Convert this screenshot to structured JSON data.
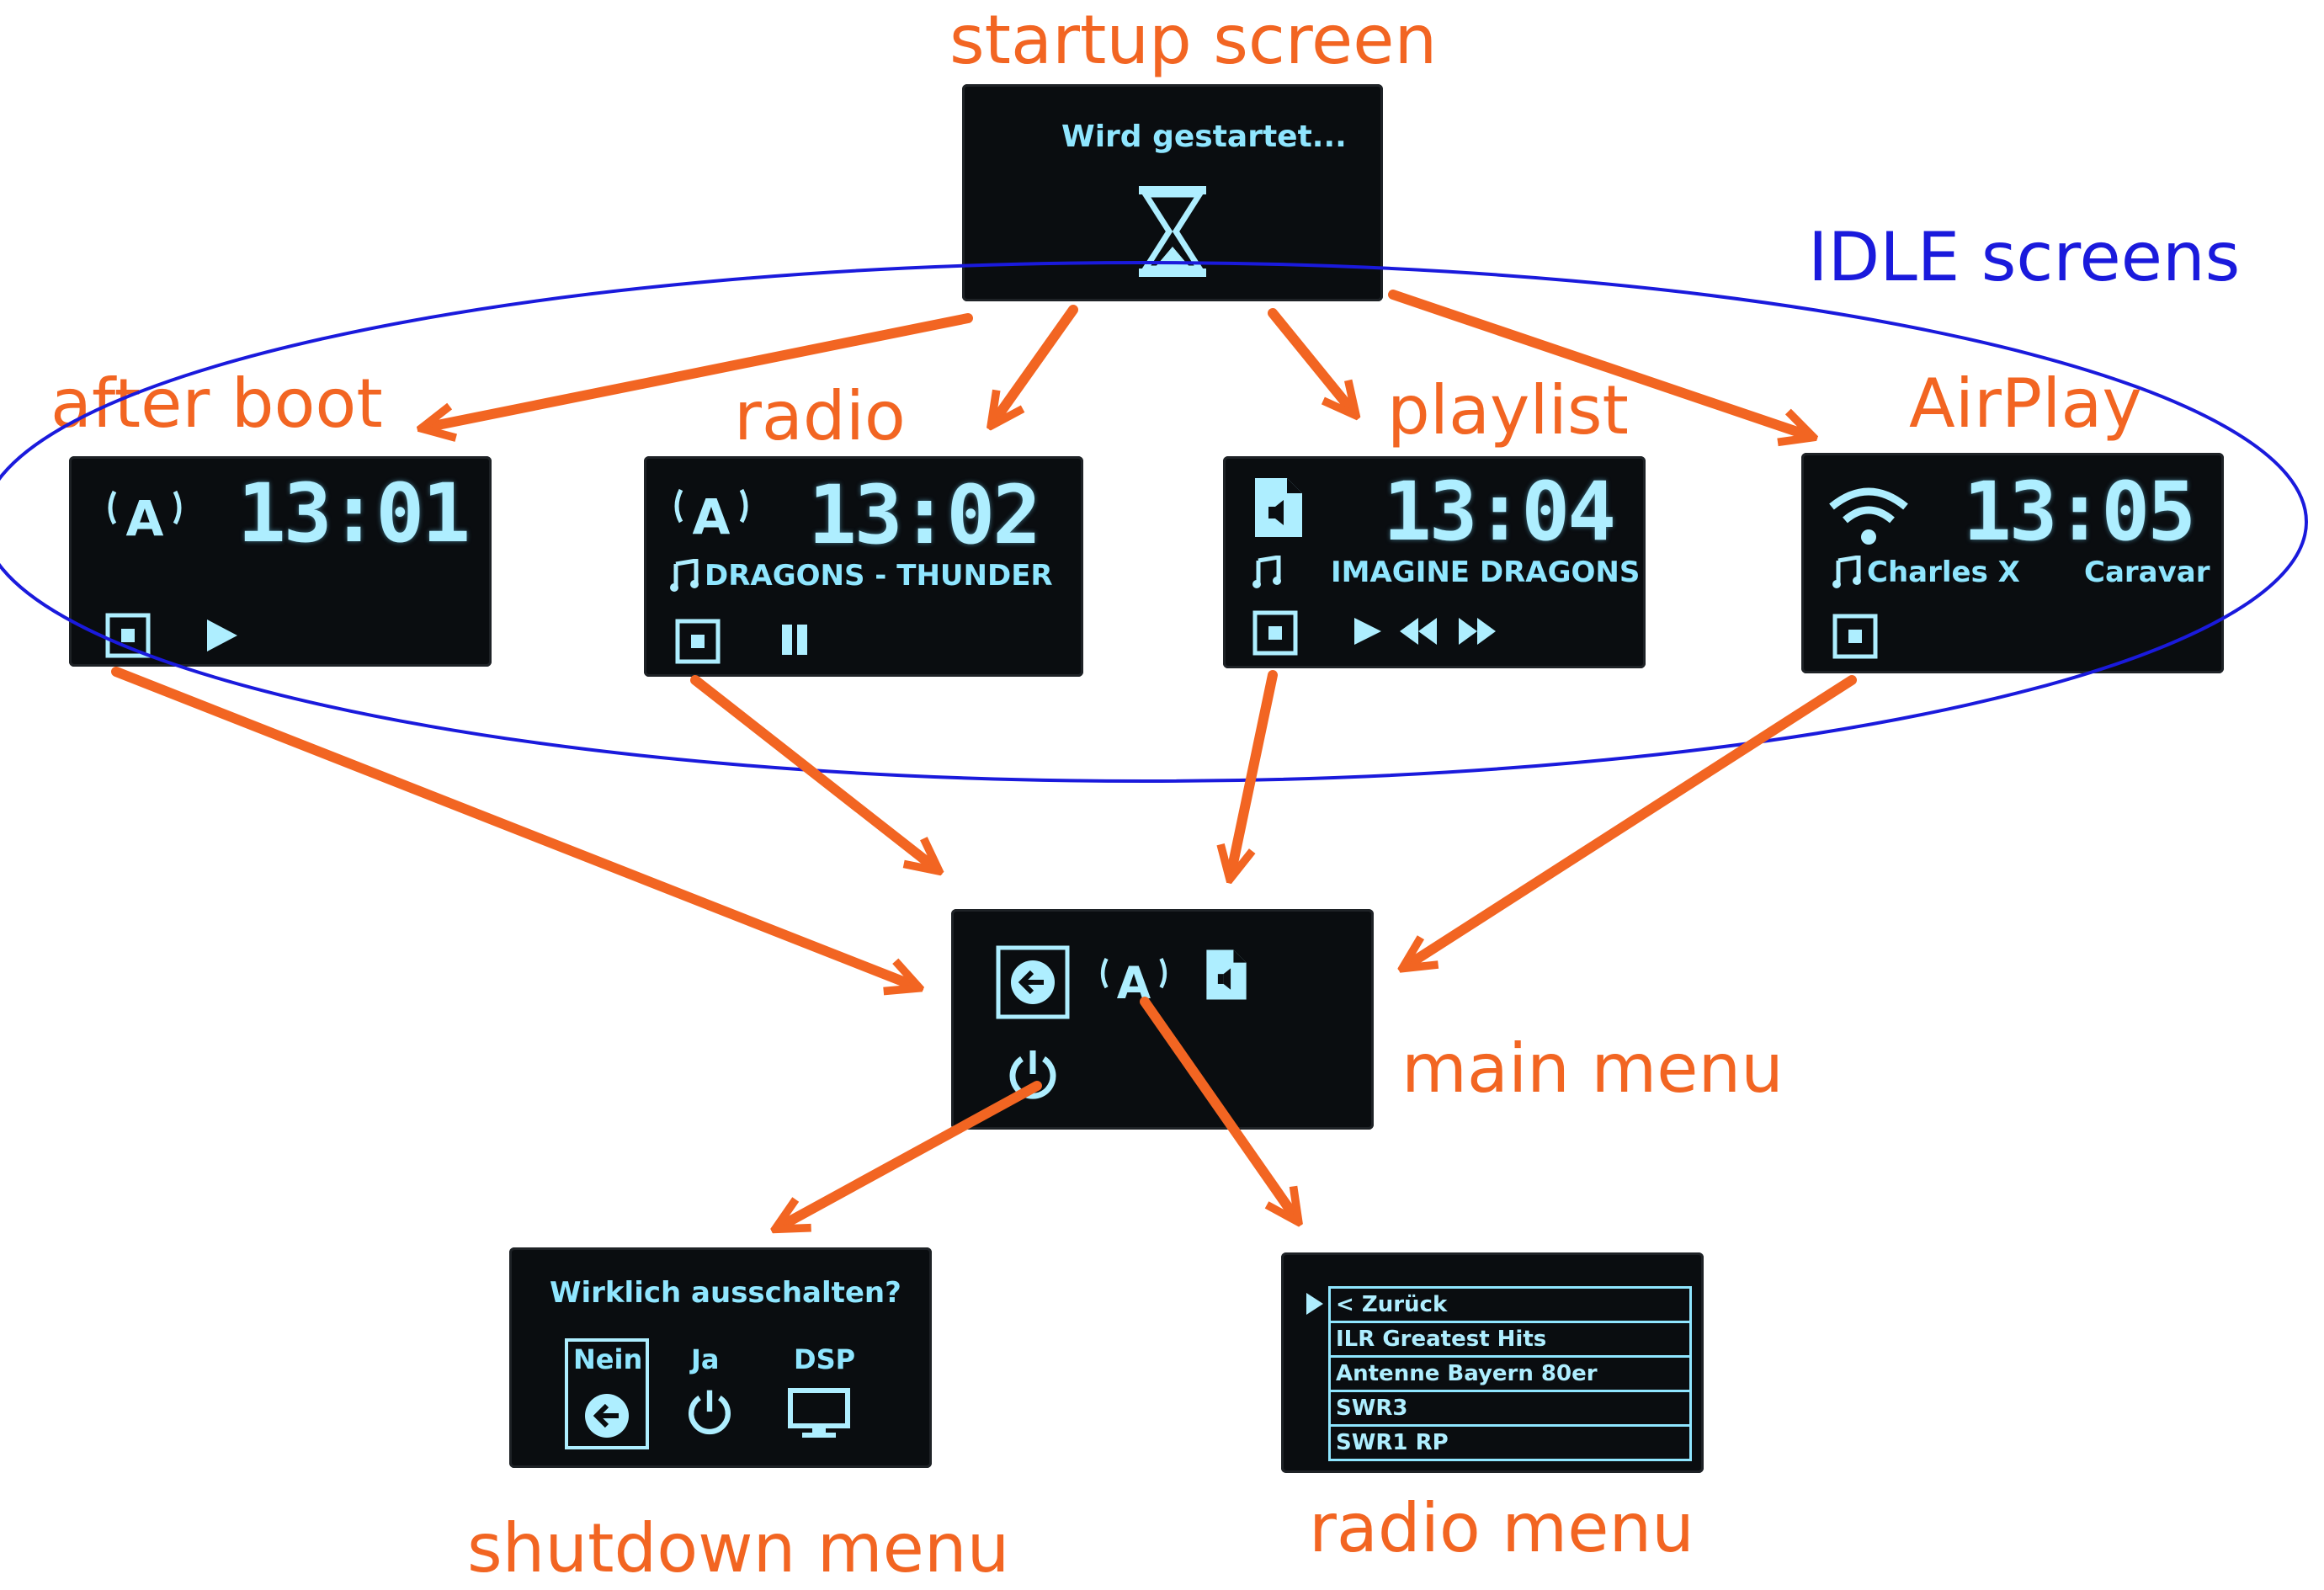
{
  "labels": {
    "startup": "startup screen",
    "idle": "IDLE screens",
    "after_boot": "after boot",
    "radio": "radio",
    "playlist": "playlist",
    "airplay": "AirPlay",
    "main_menu": "main menu",
    "shutdown_menu": "shutdown menu",
    "radio_menu": "radio menu"
  },
  "startup_screen": {
    "text": "Wird gestartet..."
  },
  "after_boot_screen": {
    "time": "13:01"
  },
  "radio_screen": {
    "time": "13:02",
    "track": "DRAGONS - THUNDER"
  },
  "playlist_screen": {
    "time": "13:04",
    "track": "IMAGINE DRAGONS"
  },
  "airplay_screen": {
    "time": "13:05",
    "artist": "Charles X",
    "track": "Caravar"
  },
  "shutdown_screen": {
    "question": "Wirklich ausschalten?",
    "options": [
      "Nein",
      "Ja",
      "DSP"
    ]
  },
  "radio_menu_screen": {
    "items": [
      "< Zurück",
      "ILR Greatest Hits",
      "Antenne Bayern 80er",
      "SWR3",
      "SWR1 RP"
    ]
  },
  "colors": {
    "arrow": "#f26522",
    "ellipse": "#1a1adc",
    "screen_text": "#7fe0ff",
    "screen_bg": "#0a0d10"
  }
}
